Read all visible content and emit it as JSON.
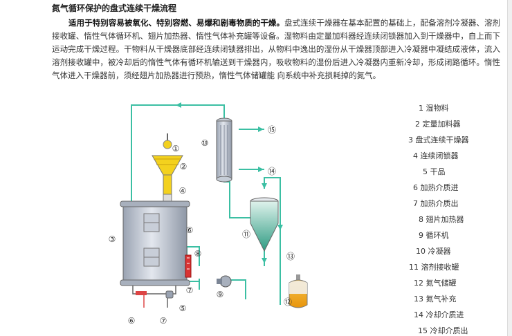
{
  "document": {
    "title": "氮气循环保护的盘式连续干燥流程",
    "intro_bold": "适用于特别容易被氧化、特别容燃、易爆和剧毒物质的干燥。",
    "intro_text": "盘式连续干燥器在基本配置的基础上，配备溶剂冷凝器、溶剂接收罐、惰性气体循环机、翅片加热器、惰性气体补充罐等设备。湿物料由定量加料器经连续闭锁器加入到干燥器中，自上而下运动完成干燥过程。干物料从干燥器底部经连续闭锁器排出，从物料中逸出的湿份从干燥器顶部进入冷凝器中凝结成液体，流入溶剂接收罐中，被冷却后的惰性气体有循环机输送到干燥器内，吸收物料的湿份后进入冷凝器内重新冷却，形成闭路循环。惰性气体进入干燥器前，须经翅片加热器进行预热，惰性气体储罐能 向系统中补充损耗掉的氮气。"
  },
  "diagram": {
    "markers": [
      "①",
      "②",
      "③",
      "④",
      "⑤",
      "⑥",
      "⑦",
      "⑧",
      "⑨",
      "⑩",
      "⑪",
      "⑫",
      "⑬",
      "⑭",
      "⑮"
    ],
    "colors": {
      "pipe": "#3bbfa3",
      "vessel": "#b9c2cf",
      "liquid_green": "#2e9b82",
      "liquid_orange": "#f0a318",
      "heater": "#d93333",
      "feed_yellow": "#f3d11e"
    }
  },
  "legend": [
    "1  湿物料",
    "2  定量加料器",
    "3  盘式连续干燥器",
    "4  连续闭锁器",
    "5  干品",
    "6  加热介质进",
    "7  加热介质出",
    "8  翅片加热器",
    "9  循环机",
    "10  冷凝器",
    "11  溶剂接收罐",
    "12  氮气储罐",
    "13  氮气补充",
    "14  冷却介质进",
    "15  冷却介质出"
  ]
}
